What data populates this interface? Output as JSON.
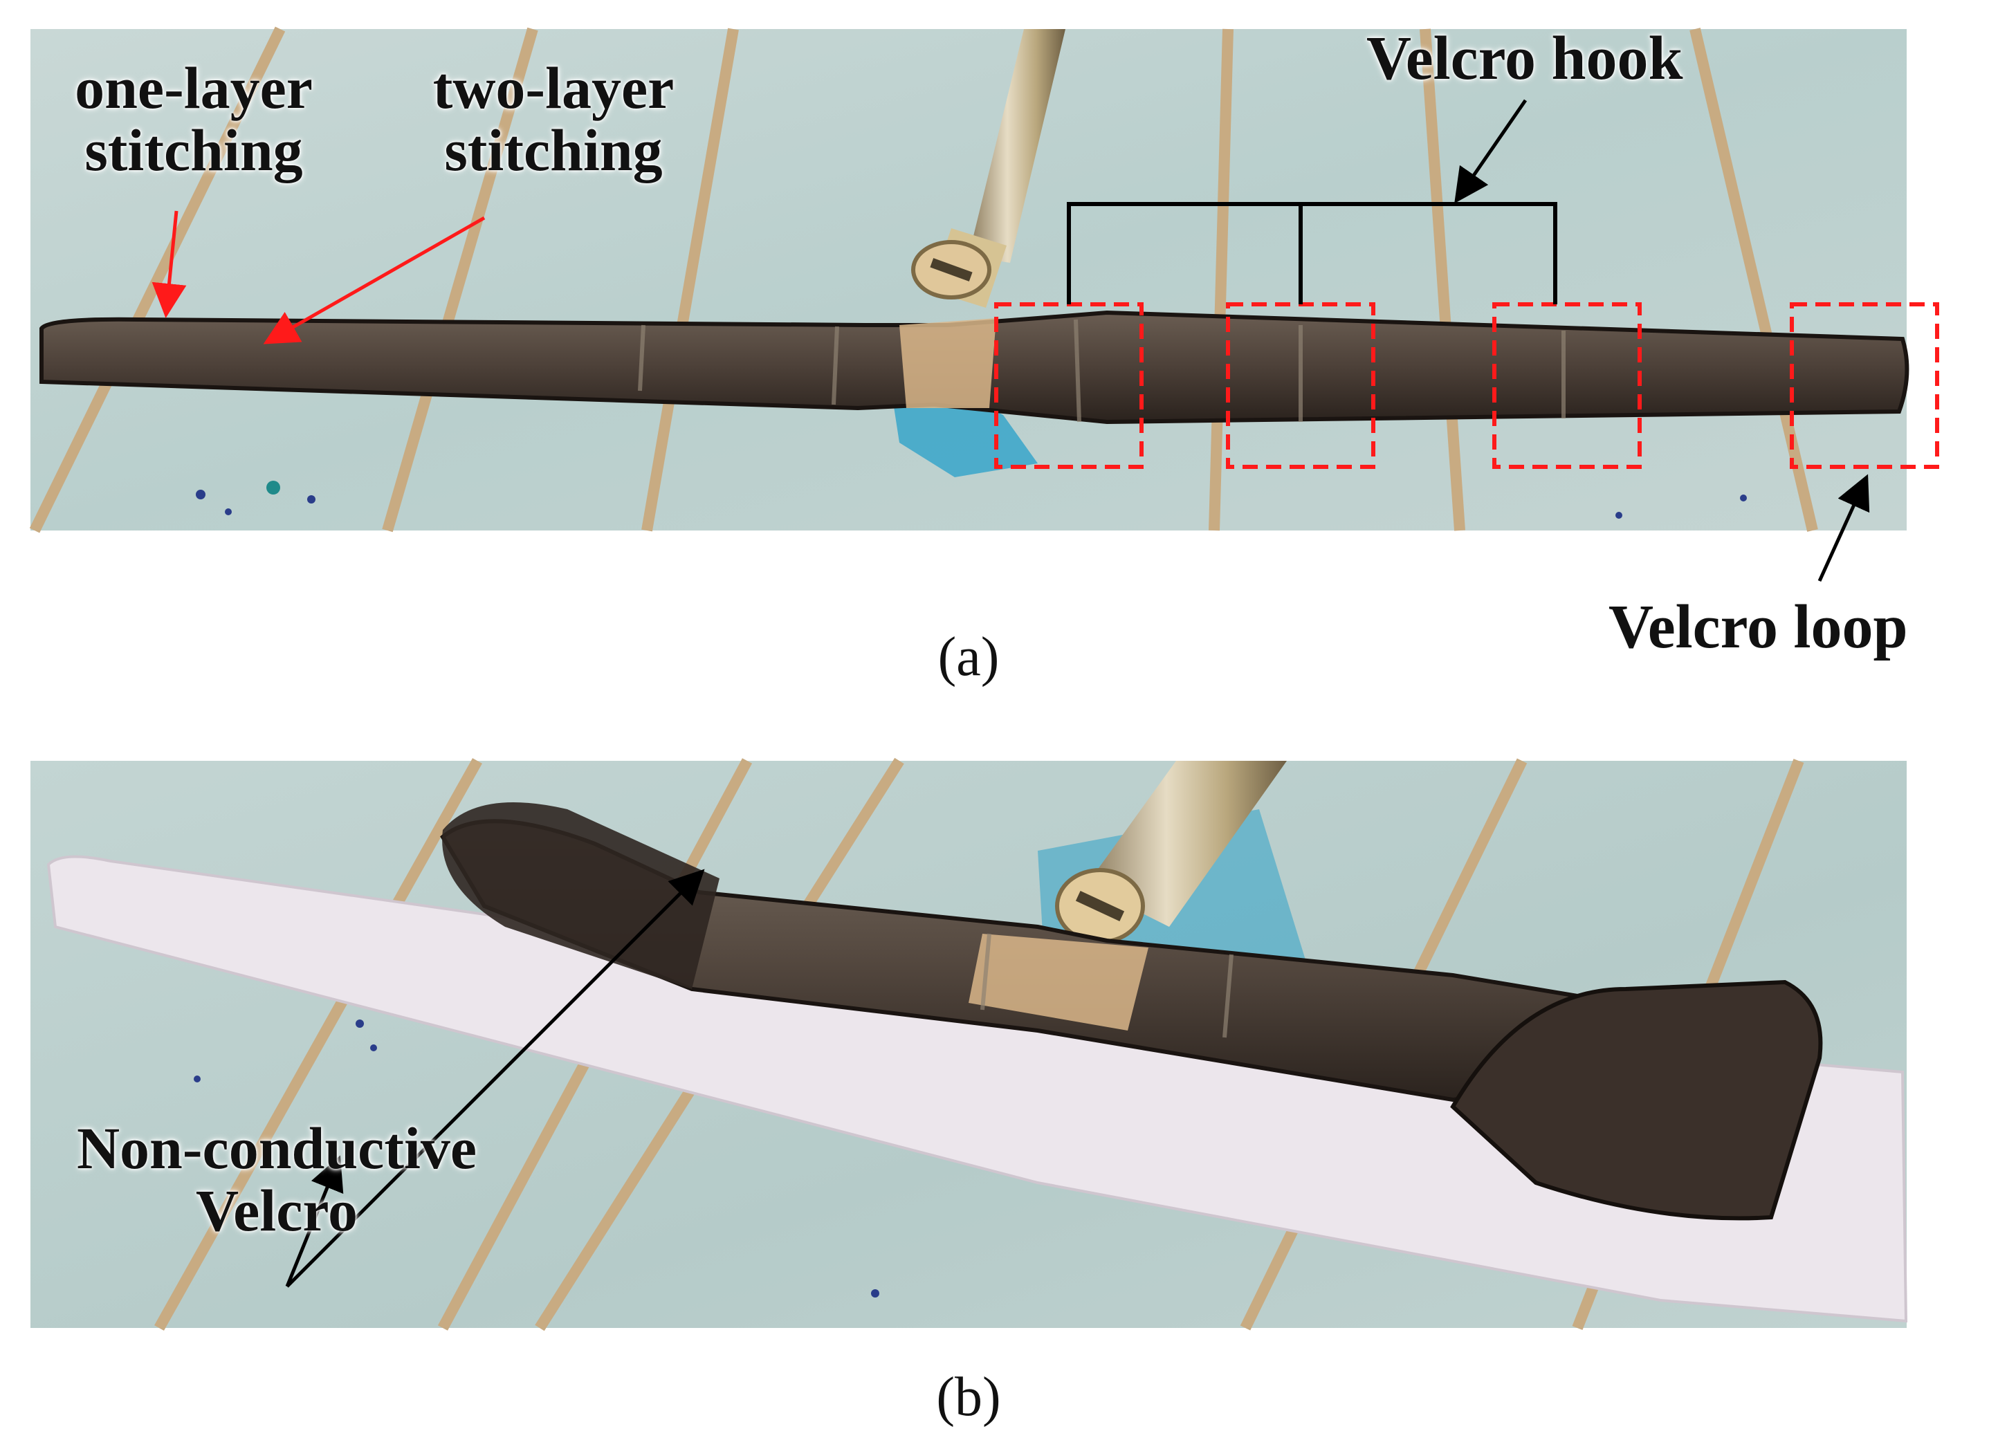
{
  "panel_a": {
    "labels": {
      "one_layer_line1": "one-layer",
      "one_layer_line2": "stitching",
      "two_layer_line1": "two-layer",
      "two_layer_line2": "stitching",
      "velcro_hook": "Velcro hook",
      "velcro_loop": "Velcro loop"
    },
    "caption": "(a)",
    "colors": {
      "annotation_red": "#ff1a1a",
      "annotation_black": "#000000"
    }
  },
  "panel_b": {
    "labels": {
      "non_conductive_line1": "Non-conductive",
      "non_conductive_line2": "Velcro"
    },
    "caption": "(b)"
  }
}
